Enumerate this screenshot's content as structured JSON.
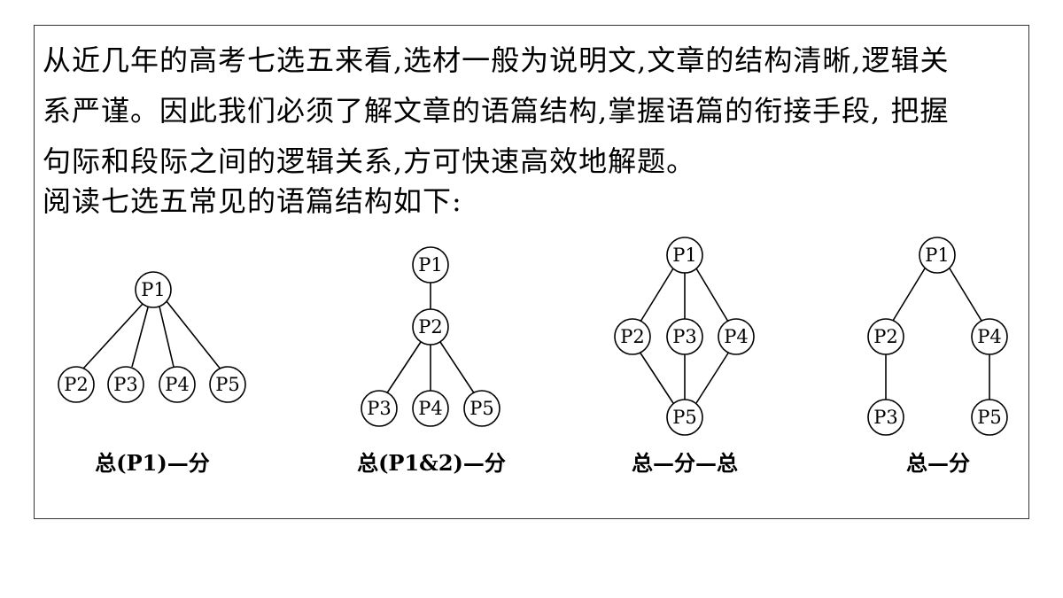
{
  "intro": {
    "line1": "从近几年的高考七选五来看,选材一般为说明文,文章的结构清晰,逻辑关",
    "line2": "系严谨。因此我们必须了解文章的语篇结构,掌握语篇的衔接手段, 把握",
    "line3": "句际和段际之间的逻辑关系,方可快速高效地解题。",
    "line4": "阅读七选五常见的语篇结构如下:"
  },
  "diagrams": [
    {
      "caption": "总(P1)—分",
      "nodes": [
        "P1",
        "P2",
        "P3",
        "P4",
        "P5"
      ],
      "edges": [
        [
          "P1",
          "P2"
        ],
        [
          "P1",
          "P3"
        ],
        [
          "P1",
          "P4"
        ],
        [
          "P1",
          "P5"
        ]
      ]
    },
    {
      "caption": "总(P1&2)—分",
      "nodes": [
        "P1",
        "P2",
        "P3",
        "P4",
        "P5"
      ],
      "edges": [
        [
          "P1",
          "P2"
        ],
        [
          "P2",
          "P3"
        ],
        [
          "P2",
          "P4"
        ],
        [
          "P2",
          "P5"
        ]
      ]
    },
    {
      "caption": "总—分—总",
      "nodes": [
        "P1",
        "P2",
        "P3",
        "P4",
        "P5"
      ],
      "edges": [
        [
          "P1",
          "P2"
        ],
        [
          "P1",
          "P3"
        ],
        [
          "P1",
          "P4"
        ],
        [
          "P2",
          "P5"
        ],
        [
          "P3",
          "P5"
        ],
        [
          "P4",
          "P5"
        ]
      ]
    },
    {
      "caption": "总—分",
      "nodes": [
        "P1",
        "P2",
        "P3",
        "P4",
        "P5"
      ],
      "edges": [
        [
          "P1",
          "P2"
        ],
        [
          "P1",
          "P4"
        ],
        [
          "P2",
          "P3"
        ],
        [
          "P4",
          "P5"
        ]
      ]
    }
  ]
}
